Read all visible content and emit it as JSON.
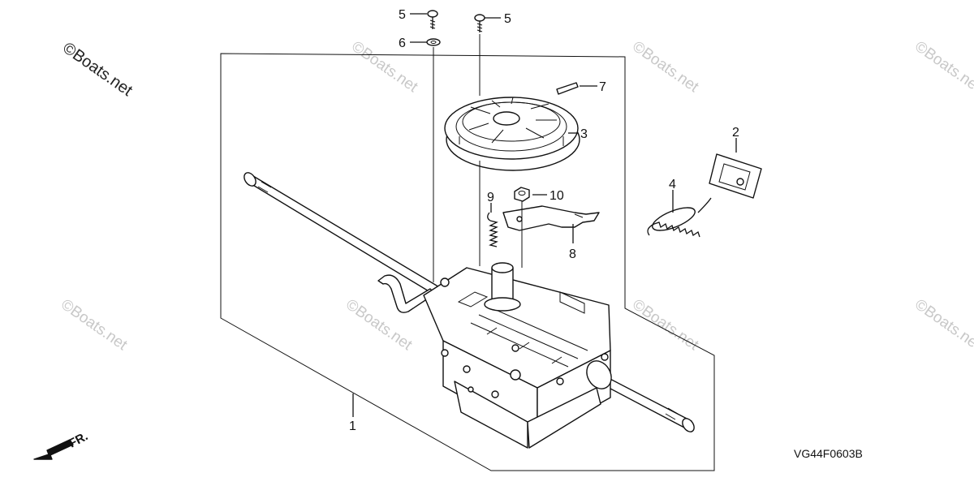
{
  "watermark": {
    "main": "©Boats.net",
    "faint": "©Boats.net"
  },
  "diagram_code": "VG44F0603B",
  "direction_label": "FR.",
  "callouts": {
    "c1": "1",
    "c2": "2",
    "c3": "3",
    "c4": "4",
    "c5a": "5",
    "c5b": "5",
    "c6": "6",
    "c7": "7",
    "c8": "8",
    "c9": "9",
    "c10": "10"
  },
  "colors": {
    "line": "#111111",
    "watermark": "#c8c8c8",
    "background": "#ffffff"
  }
}
